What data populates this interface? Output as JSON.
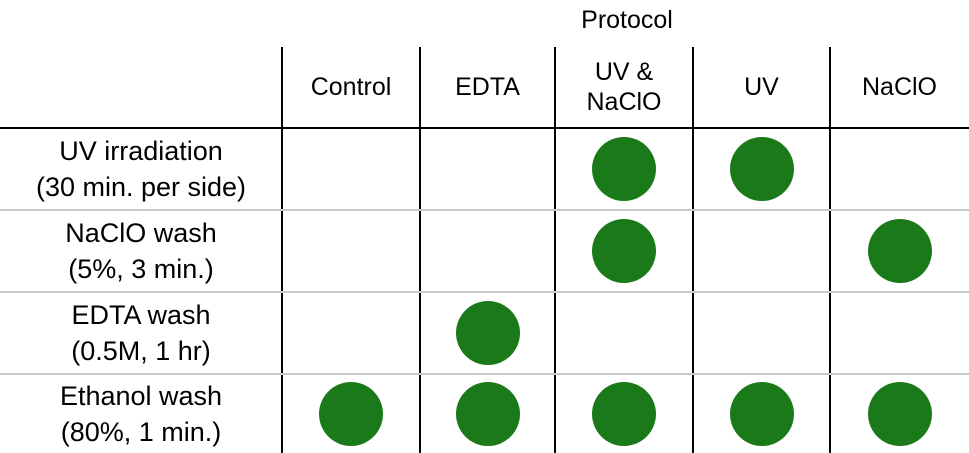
{
  "title": "Protocol",
  "dot_color": "#1a7a1a",
  "protocols": [
    {
      "label": "Control"
    },
    {
      "label": "EDTA"
    },
    {
      "label": "UV &\nNaClO"
    },
    {
      "label": "UV"
    },
    {
      "label": "NaClO"
    }
  ],
  "steps": [
    {
      "label": "UV irradiation\n(30 min. per side)",
      "applied": [
        false,
        false,
        true,
        true,
        false
      ]
    },
    {
      "label": "NaClO wash\n(5%, 3 min.)",
      "applied": [
        false,
        false,
        true,
        false,
        true
      ]
    },
    {
      "label": "EDTA wash\n(0.5M, 1 hr)",
      "applied": [
        false,
        true,
        false,
        false,
        false
      ]
    },
    {
      "label": "Ethanol wash\n(80%, 1 min.)",
      "applied": [
        true,
        true,
        true,
        true,
        true
      ]
    }
  ]
}
